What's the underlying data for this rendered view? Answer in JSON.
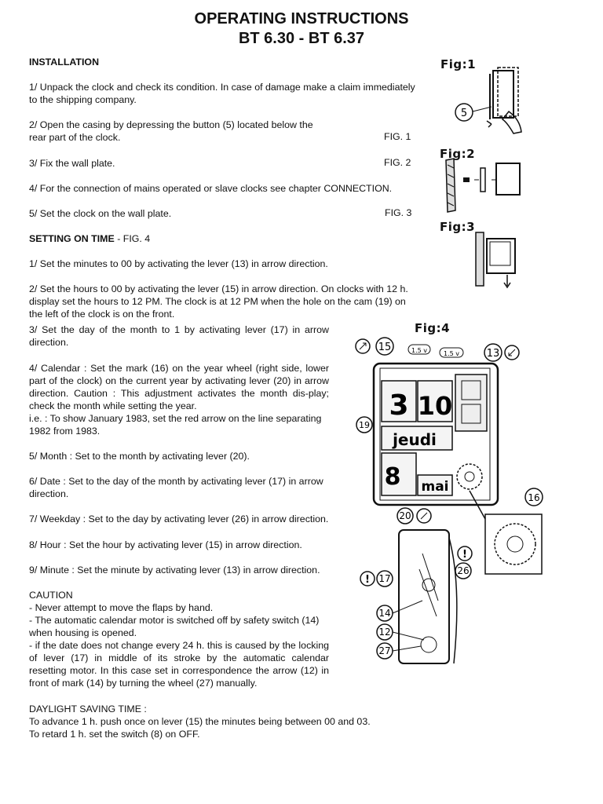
{
  "title_line1": "OPERATING INSTRUCTIONS",
  "title_line2": "BT 6.30 - BT 6.37",
  "installation": {
    "heading": "INSTALLATION",
    "step1": "1/ Unpack the clock and check its condition. In case of damage make a claim immediately to the shipping company.",
    "step2_l1": "2/ Open the casing by depressing the button (5) located below the",
    "step2_l2": "rear part of the clock.",
    "step2_fig": "FIG. 1",
    "step3": "3/ Fix the wall plate.",
    "step3_fig": "FIG. 2",
    "step4": "4/ For the connection of mains operated or slave clocks see chapter CONNECTION.",
    "step5": "5/ Set the clock on the wall plate.",
    "step5_fig": "FIG. 3"
  },
  "setting": {
    "heading": "SETTING ON TIME",
    "heading_fig": " - FIG. 4",
    "s1": "1/ Set the minutes to 00 by activating the lever (13) in arrow direction.",
    "s2": "2/ Set the hours to 00 by activating the lever (15) in arrow direction. On clocks with 12 h. display set the hours to 12 PM. The clock is at 12 PM when the hole on the cam (19) on the left of the clock is on the front.",
    "s3": "3/ Set the day of the month to 1 by activating lever (17) in arrow direction.",
    "s4": "4/ Calendar : Set the mark (16) on the year wheel (right side, lower part of the clock) on the current year by activating lever (20) in arrow direction. Caution : This adjustment activates the month dis-play; check the month while setting the year.",
    "s4_ie": "i.e. : To show January 1983, set the red arrow on the line separating 1982 from 1983.",
    "s5": "5/ Month : Set to the month by activating lever (20).",
    "s6": "6/ Date : Set to the day of the month by activating lever (17) in arrow direction.",
    "s7": "7/ Weekday : Set to the day by activating lever (26) in arrow direction.",
    "s8": "8/ Hour : Set the hour by activating lever (15) in arrow direction.",
    "s9": "9/ Minute : Set the minute by activating lever (13) in arrow direction."
  },
  "caution": {
    "heading": "CAUTION",
    "c1": "- Never attempt to move the flaps by hand.",
    "c2": "- The automatic calendar motor is switched off by safety switch (14) when housing is opened.",
    "c3": "- if the date does not change every 24 h. this is caused by the locking of lever (17) in middle of its stroke by the automatic calendar resetting motor. In this case set in correspondence the arrow (12) in front of mark (14) by turning the wheel (27) manually."
  },
  "dst": {
    "heading": "DAYLIGHT SAVING TIME :",
    "d1": "To advance 1 h. push once on lever (15) the minutes being between 00 and 03.",
    "d2": "To retard 1 h. set the switch (8) on OFF."
  },
  "figures": {
    "fig1": "Fig:1",
    "fig2": "Fig:2",
    "fig3": "Fig:3",
    "fig4": "Fig:4",
    "callout_5": "5",
    "callout_15": "15",
    "callout_13": "13",
    "callout_19": "19",
    "callout_16": "16",
    "callout_20": "20",
    "callout_26": "26",
    "callout_17": "17",
    "callout_14": "14",
    "callout_12": "12",
    "callout_27": "27",
    "voltage_a": "1.5 v",
    "voltage_b": "1.5 v",
    "flap_hour": "3",
    "flap_minute": "10",
    "flap_weekday": "jeudi",
    "flap_date": "8",
    "flap_month": "mai"
  }
}
